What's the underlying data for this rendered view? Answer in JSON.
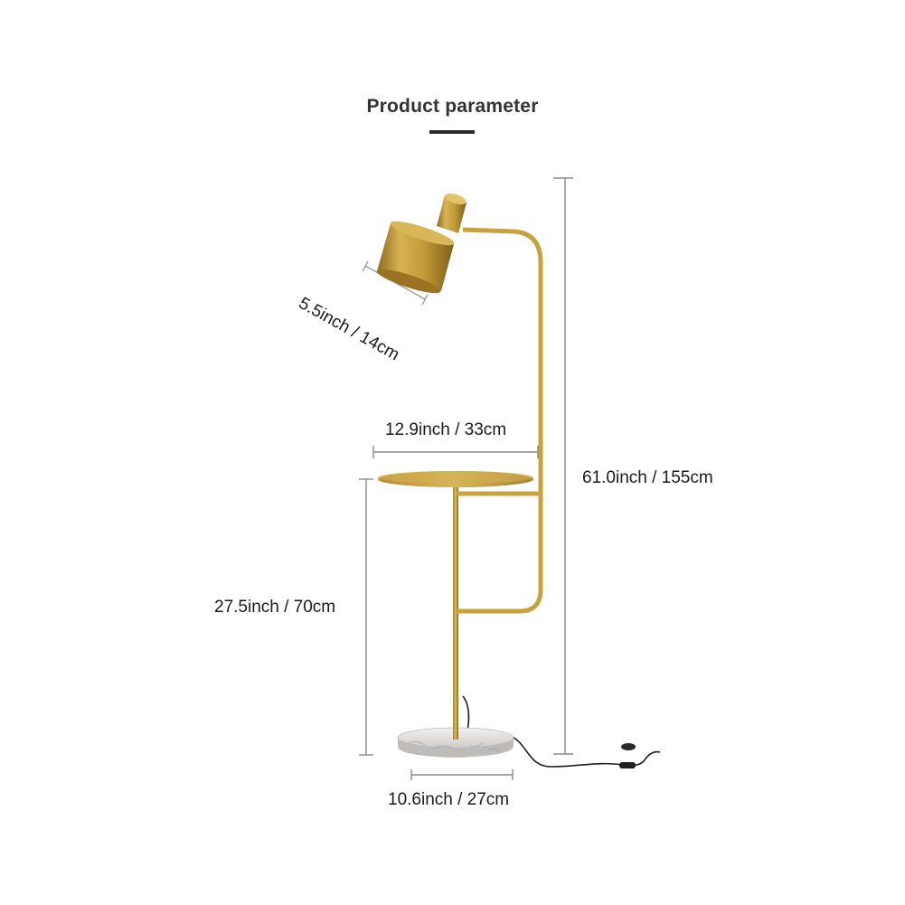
{
  "title": "Product parameter",
  "dimensions": {
    "total_height": "61.0inch / 155cm",
    "table_width": "12.9inch / 33cm",
    "table_height": "27.5inch / 70cm",
    "base_width": "10.6inch / 27cm",
    "shade_diameter": "5.5inch / 14cm"
  },
  "colors": {
    "brass": "#C9A23E",
    "brass_dark": "#9A7424",
    "brass_light": "#E2C46A",
    "marble": "#E9E8E6",
    "dimension_line": "#8A8A8A",
    "cord": "#1E1E1E"
  }
}
